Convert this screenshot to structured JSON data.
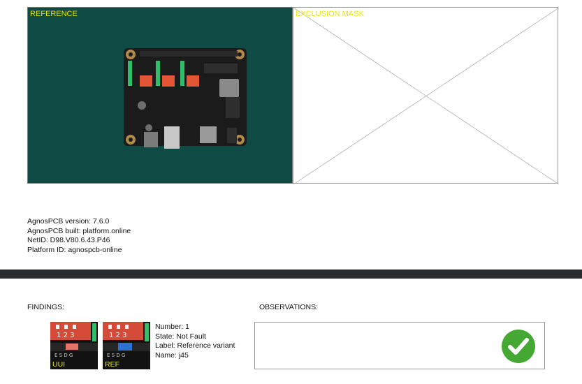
{
  "reference": {
    "label": "REFERENCE"
  },
  "exclusion_mask": {
    "label": "EXCLUSION MASK"
  },
  "info": {
    "version": "AgnosPCB version: 7.6.0",
    "built": "AgnosPCB built: platform.online",
    "netid": "NetID: D98.V80.6.43.P46",
    "platform": "Platform ID: agnospcb-online"
  },
  "findings": {
    "title": "FINDINGS:",
    "items": [
      {
        "uut_label": "UUI",
        "ref_label": "REF",
        "number": "Number: 1",
        "state": "State: Not Fault",
        "label": "Label: Reference variant",
        "name": "Name: j45"
      }
    ]
  },
  "observations": {
    "title": "OBSERVATIONS:"
  },
  "icons": {
    "status": "check-circle-icon"
  },
  "colors": {
    "status_ok": "#44a832",
    "label_yellow": "#e6e60a",
    "pcb_bg": "#0f4a44",
    "divider": "#2a2d30"
  }
}
